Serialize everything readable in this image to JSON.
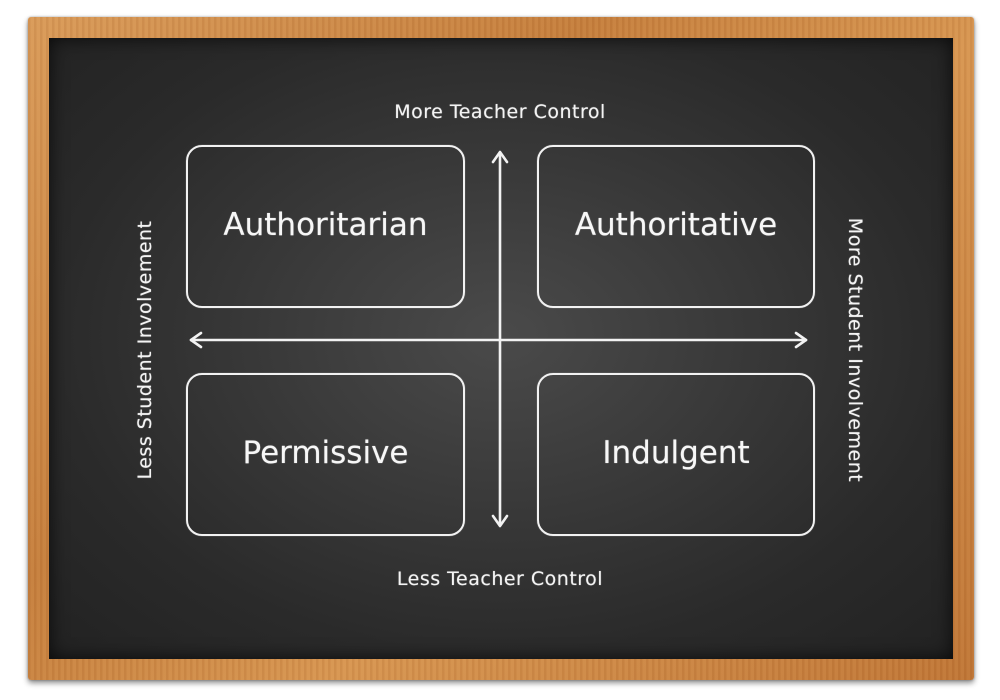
{
  "axes": {
    "top": "More Teacher Control",
    "bottom": "Less Teacher Control",
    "left": "Less Student Involvement",
    "right": "More Student Involvement"
  },
  "quadrants": {
    "top_left": "Authoritarian",
    "top_right": "Authoritative",
    "bottom_left": "Permissive",
    "bottom_right": "Indulgent"
  },
  "colors": {
    "board": "#333333",
    "chalk": "#f4f4f4",
    "frame": "#c98441"
  }
}
